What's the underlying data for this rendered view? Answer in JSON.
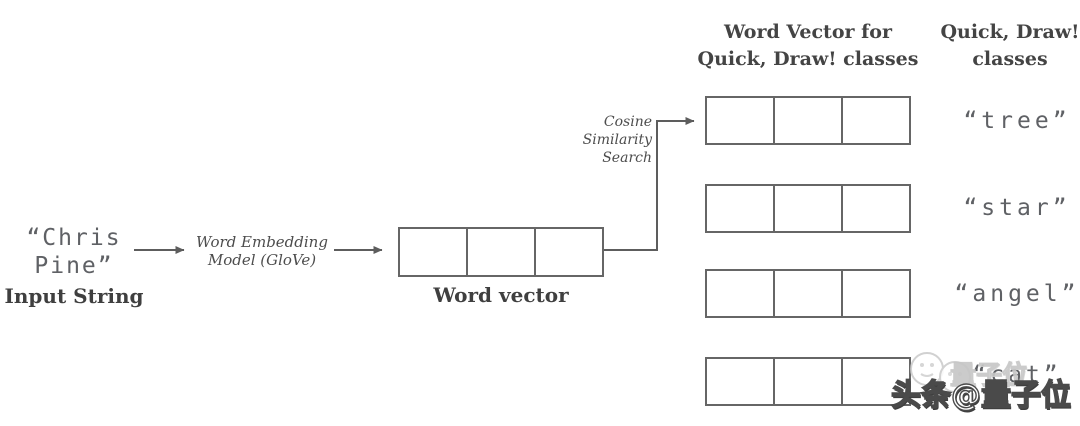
{
  "input": {
    "line1": "“Chris",
    "line2": "Pine”",
    "caption": "Input String"
  },
  "embedding": {
    "line1": "Word Embedding",
    "line2": "Model (GloVe)"
  },
  "word_vector": {
    "caption": "Word vector",
    "cells": 3
  },
  "cosine": {
    "line1": "Cosine",
    "line2": "Similarity",
    "line3": "Search"
  },
  "headers": {
    "vector_line1": "Word Vector for",
    "vector_line2": "Quick, Draw! classes",
    "classes_line1": "Quick, Draw!",
    "classes_line2": "classes"
  },
  "classes": [
    {
      "label": "“tree”"
    },
    {
      "label": "“star”"
    },
    {
      "label": "“angel”"
    },
    {
      "label": "“cat”"
    }
  ],
  "watermark": {
    "text": "头条@量子位",
    "ghost_text": "量子位"
  },
  "colors": {
    "line": "#5d5d5d",
    "box_border": "#666666",
    "dark_text": "#3f3f3f",
    "mono_text": "#5f6165"
  }
}
